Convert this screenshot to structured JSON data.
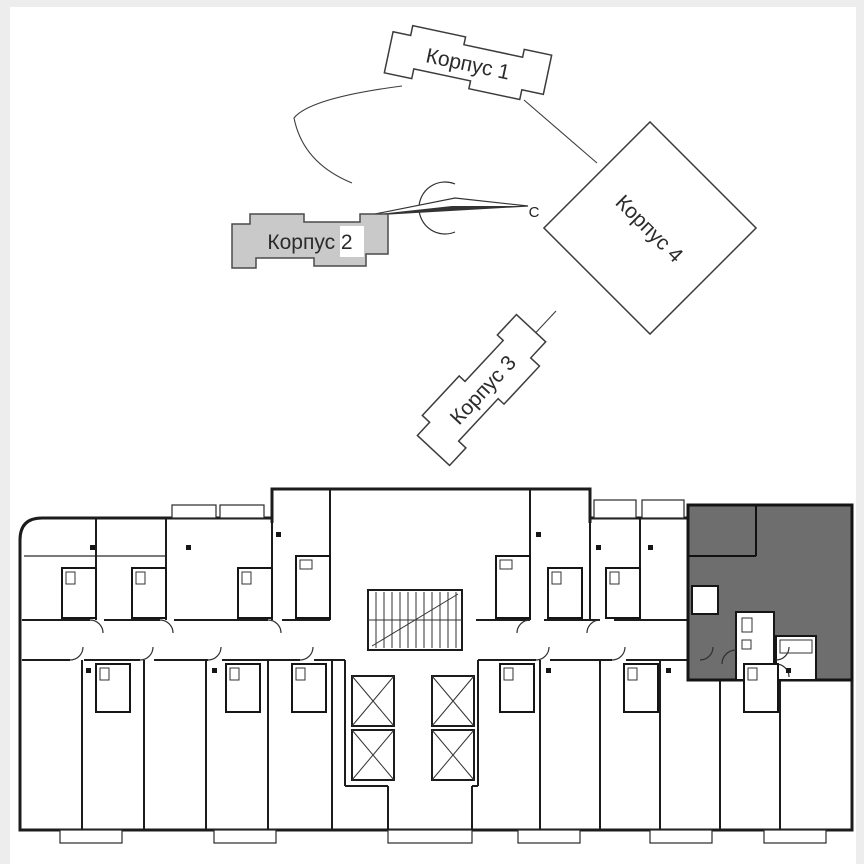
{
  "site_plan": {
    "buildings": [
      {
        "id": "korpus-1",
        "label": "Корпус 1",
        "highlighted": false
      },
      {
        "id": "korpus-2",
        "label": "Корпус 2",
        "highlighted": true
      },
      {
        "id": "korpus-3",
        "label": "Корпус 3",
        "highlighted": false
      },
      {
        "id": "korpus-4",
        "label": "Корпус 4",
        "highlighted": false
      }
    ],
    "compass": {
      "label": "С",
      "icon": "north-arrow-icon"
    }
  },
  "floor_plan": {
    "selected_unit": "selected-apartment-top-right"
  },
  "colors": {
    "background": "#ffffff",
    "outline": "#1c1c1c",
    "highlighted_building_fill": "#c9c9c9",
    "selected_unit_fill": "#6e6e6e",
    "frame_strip": "#ededed"
  }
}
